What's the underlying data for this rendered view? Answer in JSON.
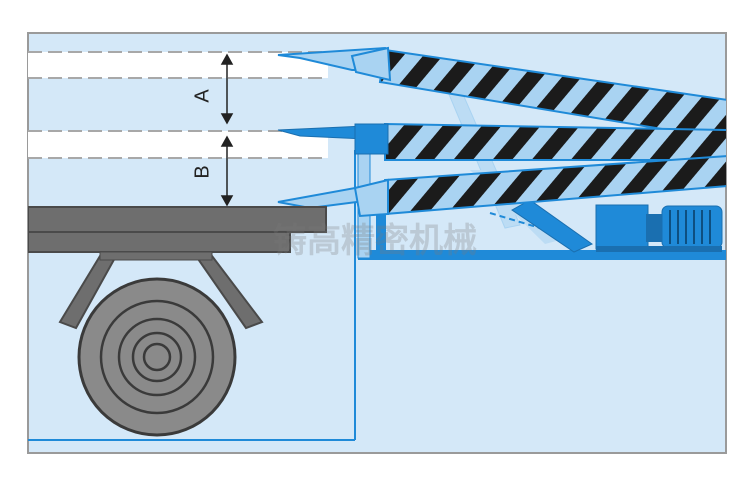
{
  "diagram": {
    "labels": {
      "a": "A",
      "b": "B"
    },
    "watermark": "铸高精密机械",
    "colors": {
      "background": "#d4e8f8",
      "frame": "#9a9a9a",
      "white_band": "#ffffff",
      "band_dash": "#a8a8a8",
      "blue": "#1f8ad8",
      "blue_dark": "#1a6fb0",
      "light_blue": "#a9d3f2",
      "stripe_dark": "#1b1b1b",
      "truck_gray": "#6e6e6e",
      "truck_dark": "#4a4a4a",
      "wheel_gray": "#8a8a8a",
      "arrow": "#222222"
    }
  }
}
